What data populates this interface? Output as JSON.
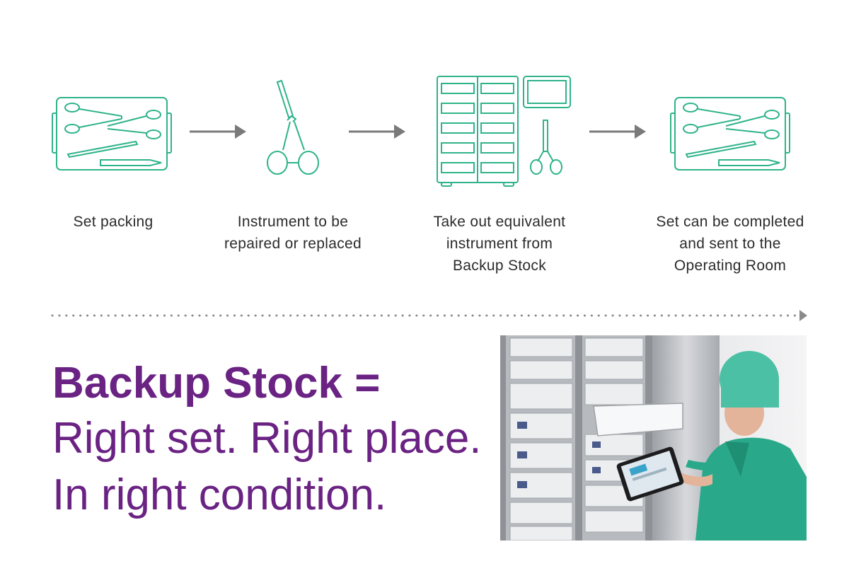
{
  "steps": [
    {
      "label": "Set packing",
      "icon": "instrument-tray-icon"
    },
    {
      "label": "Instrument to be\nrepaired or replaced",
      "icon": "broken-forceps-icon"
    },
    {
      "label": "Take out equivalent\ninstrument from\nBackup Stock",
      "icon": "storage-cabinet-icon"
    },
    {
      "label": "Set can be completed\nand sent to the\nOperating Room",
      "icon": "instrument-tray-icon"
    }
  ],
  "headline": {
    "line1": "Backup Stock =",
    "line2": "Right set. Right place.",
    "line3": "In right condition."
  },
  "colors": {
    "icon": "#2fb38a",
    "arrow": "#7a7a7a",
    "headline": "#6a2283",
    "text": "#2b2b2b"
  }
}
